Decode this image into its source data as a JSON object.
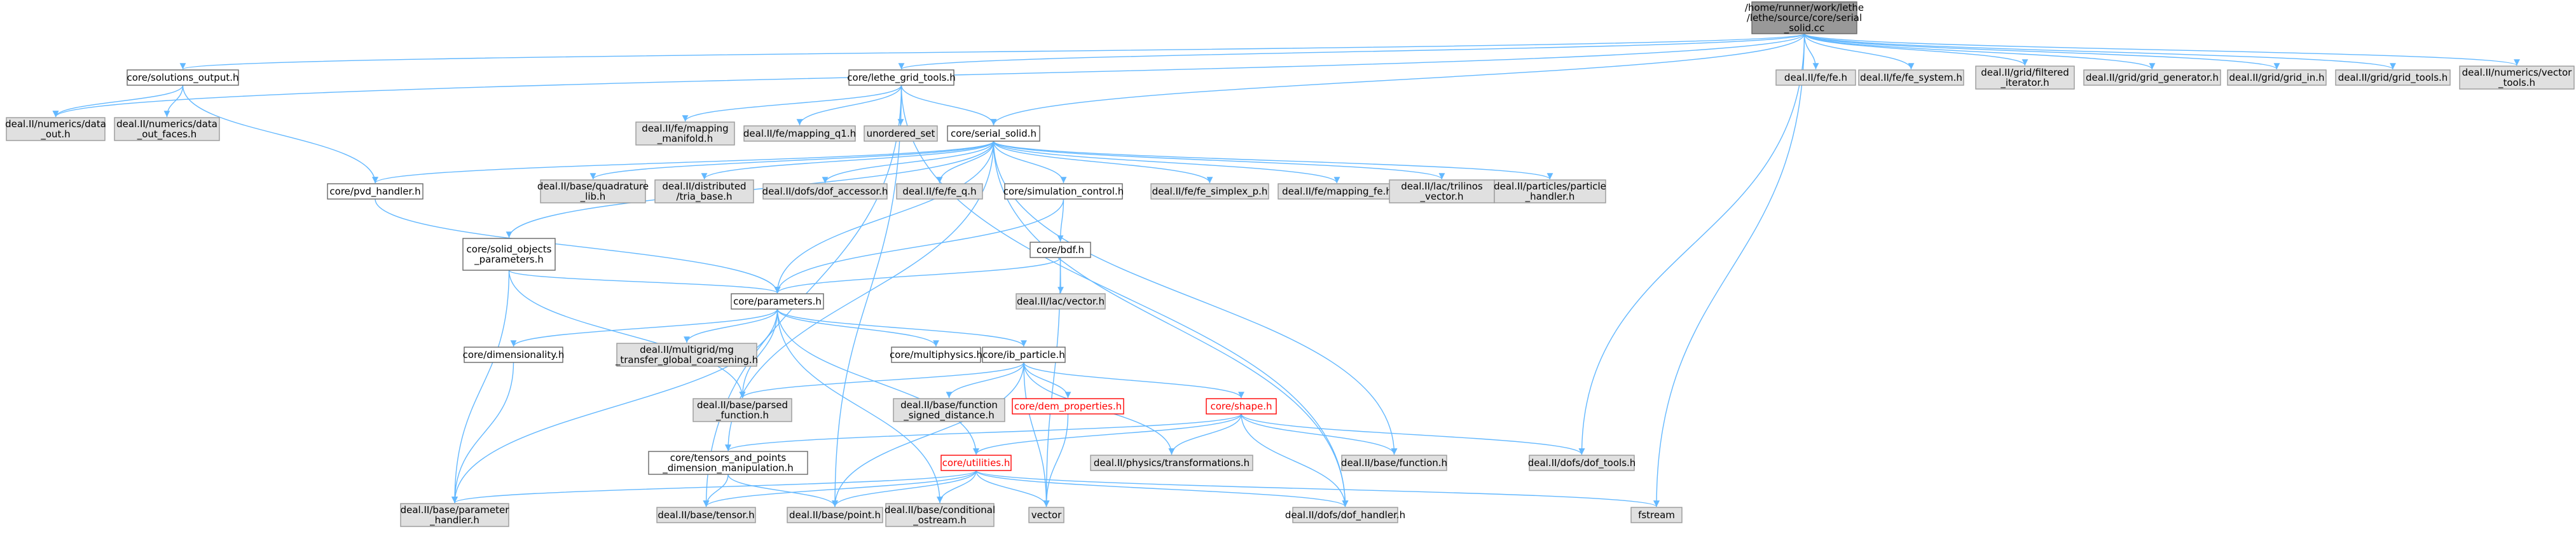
{
  "graph": {
    "edge_color": "#63b8ff",
    "nodes": {
      "root": "/home/runner/work/lethe/lethe/source/core/serial_solid.cc",
      "solutions_output": "core/solutions_output.h",
      "lethe_grid_tools": "core/lethe_grid_tools.h",
      "fe": "deal.II/fe/fe.h",
      "fe_system": "deal.II/fe/fe_system.h",
      "grid_filtered_iterator": "deal.II/grid/filtered_iterator.h",
      "grid_generator": "deal.II/grid/grid_generator.h",
      "grid_in": "deal.II/grid/grid_in.h",
      "grid_tools": "deal.II/grid/grid_tools.h",
      "vector_tools": "deal.II/numerics/vector_tools.h",
      "data_out": "deal.II/numerics/data_out.h",
      "data_out_faces": "deal.II/numerics/data_out_faces.h",
      "mapping_manifold": "deal.II/fe/mapping_manifold.h",
      "mapping_q1": "deal.II/fe/mapping_q1.h",
      "unordered_set": "unordered_set",
      "serial_solid": "core/serial_solid.h",
      "pvd_handler": "core/pvd_handler.h",
      "quadrature_lib": "deal.II/base/quadrature_lib.h",
      "tria_base": "deal.II/distributed/tria_base.h",
      "dof_accessor": "deal.II/dofs/dof_accessor.h",
      "fe_q": "deal.II/fe/fe_q.h",
      "simulation_control": "core/simulation_control.h",
      "fe_simplex_p": "deal.II/fe/fe_simplex_p.h",
      "mapping_fe": "deal.II/fe/mapping_fe.h",
      "trilinos_vector": "deal.II/lac/trilinos_vector.h",
      "particle_handler": "deal.II/particles/particle_handler.h",
      "solid_objects_parameters": "core/solid_objects_parameters.h",
      "bdf": "core/bdf.h",
      "lac_vector": "deal.II/lac/vector.h",
      "parameters": "core/parameters.h",
      "dimensionality": "core/dimensionality.h",
      "mg_transfer": "deal.II/multigrid/mg_transfer_global_coarsening.h",
      "multiphysics": "core/multiphysics.h",
      "ib_particle": "core/ib_particle.h",
      "parsed_function": "deal.II/base/parsed_function.h",
      "function_signed_distance": "deal.II/base/function_signed_distance.h",
      "dem_properties": "core/dem_properties.h",
      "shape": "core/shape.h",
      "tensors_and_points": "core/tensors_and_points_dimension_manipulation.h",
      "transformations": "deal.II/physics/transformations.h",
      "base_function": "deal.II/base/function.h",
      "dof_tools": "deal.II/dofs/dof_tools.h",
      "utilities": "core/utilities.h",
      "parameter_handler": "deal.II/base/parameter_handler.h",
      "tensor": "deal.II/base/tensor.h",
      "point": "deal.II/base/point.h",
      "conditional_ostream": "deal.II/base/conditional_ostream.h",
      "vector": "vector",
      "dof_handler": "deal.II/dofs/dof_handler.h",
      "fstream": "fstream"
    }
  }
}
